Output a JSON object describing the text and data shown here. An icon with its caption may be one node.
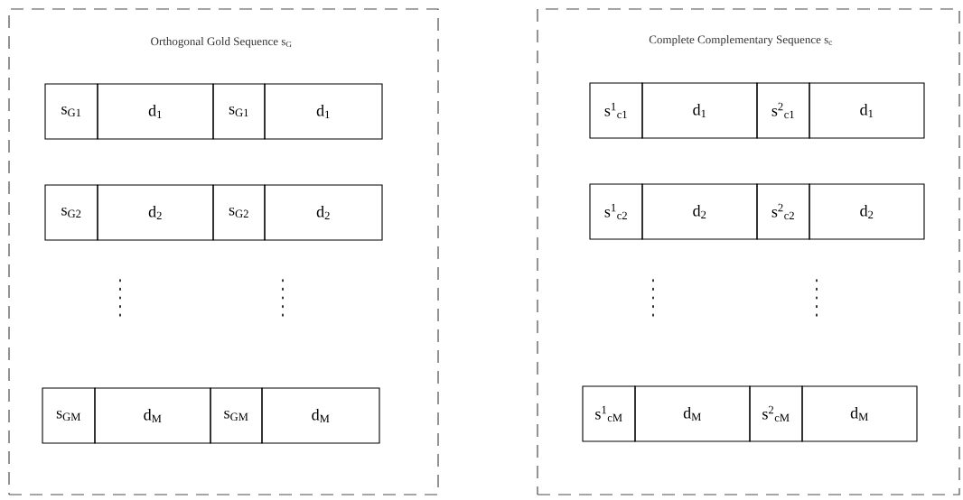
{
  "diagram": {
    "nodes": [
      {
        "text": [
          "Orthogonal Gold Sequence s$_{G}$"
        ]
      },
      {
        "text": [
          "s$_{G1}$"
        ],
        "in": 0
      },
      {
        "text": [
          "d$_{1}$"
        ],
        "in": 0
      },
      {
        "text": [
          "s$_{G1}$"
        ],
        "in": 0
      },
      {
        "text": [
          "d$_{1}$"
        ],
        "in": 0
      },
      {
        "text": [
          "s$_{G2}$"
        ],
        "in": 0
      },
      {
        "text": [
          "d$_{2}$"
        ],
        "in": 0
      },
      {
        "text": [
          "s$_{G2}$"
        ],
        "in": 0
      },
      {
        "text": [
          "d$_{2}$"
        ],
        "in": 0
      },
      {
        "text": [
          "s$_{GM}$"
        ],
        "in": 0
      },
      {
        "text": [
          "d$_{M}$"
        ],
        "in": 0
      },
      {
        "text": [
          "s$_{GM}$"
        ],
        "in": 0
      },
      {
        "text": [
          "d$_{M}$"
        ],
        "in": 0
      },
      {
        "text": [
          "Complete Complementary Sequence s$_{c}$"
        ]
      },
      {
        "text": [
          "s$^{1}$$_{c1}$"
        ],
        "in": 13
      },
      {
        "text": [
          "d$_{1}$"
        ],
        "in": 13
      },
      {
        "text": [
          "s$^{2}$$_{c1}$"
        ],
        "in": 13
      },
      {
        "text": [
          "d$_{1}$"
        ],
        "in": 13
      },
      {
        "text": [
          "s$^{1}$$_{c2}$"
        ],
        "in": 13
      },
      {
        "text": [
          "d$_{2}$"
        ],
        "in": 13
      },
      {
        "text": [
          "s$^{2}$$_{c2}$"
        ],
        "in": 13
      },
      {
        "text": [
          "d$_{2}$"
        ],
        "in": 13
      },
      {
        "text": [
          "s$^{1}$$_{cM}$"
        ],
        "in": 13
      },
      {
        "text": [
          "d$_{M}$"
        ],
        "in": 13
      },
      {
        "text": [
          "s$^{2}$$_{cM}$"
        ],
        "in": 13
      },
      {
        "text": [
          "d$_{M}$"
        ],
        "in": 13
      }
    ]
  }
}
